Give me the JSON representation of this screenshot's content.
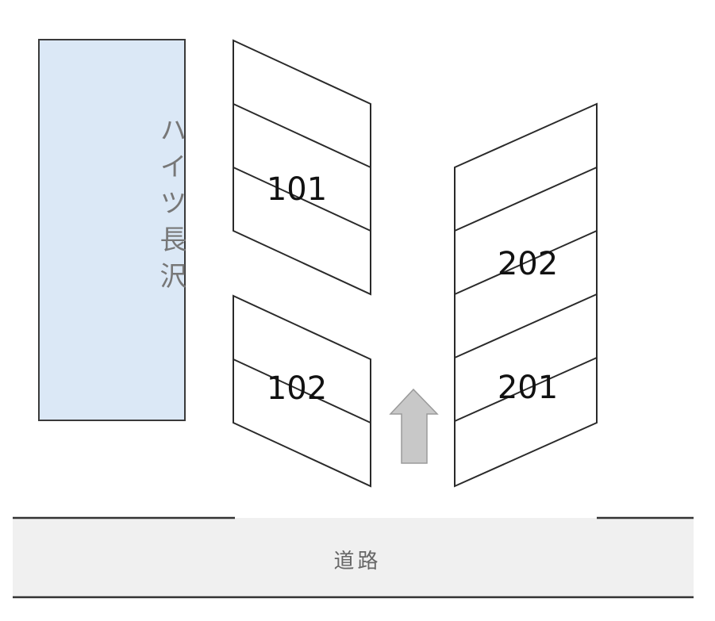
{
  "building": {
    "name": "ハイツ長沢",
    "fill": "#dbe8f6"
  },
  "parking": {
    "slot_101": "101",
    "slot_102": "102",
    "slot_201": "201",
    "slot_202": "202"
  },
  "road": {
    "label": "道路",
    "fill": "#f0f0f0"
  },
  "entrance_arrow": {
    "fill": "#c8c8c8",
    "direction": "up"
  },
  "colors": {
    "line": "#333333",
    "label_text": "#111111"
  }
}
